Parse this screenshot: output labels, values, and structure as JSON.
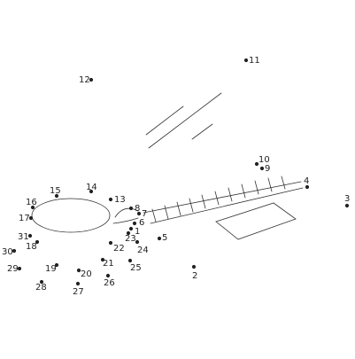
{
  "puzzle": {
    "dot_color": "#222222",
    "line_color": "#333333",
    "background": "#ffffff",
    "dots": [
      {
        "n": "1",
        "label": "1"
      },
      {
        "n": "2",
        "label": "2"
      },
      {
        "n": "3",
        "label": "3"
      },
      {
        "n": "4",
        "label": "4"
      },
      {
        "n": "5",
        "label": "5"
      },
      {
        "n": "6",
        "label": "6"
      },
      {
        "n": "7",
        "label": "7"
      },
      {
        "n": "8",
        "label": "8"
      },
      {
        "n": "9",
        "label": "9"
      },
      {
        "n": "10",
        "label": "10"
      },
      {
        "n": "11",
        "label": "11"
      },
      {
        "n": "12",
        "label": "12"
      },
      {
        "n": "13",
        "label": "13"
      },
      {
        "n": "14",
        "label": "14"
      },
      {
        "n": "15",
        "label": "15"
      },
      {
        "n": "16",
        "label": "16"
      },
      {
        "n": "17",
        "label": "17"
      },
      {
        "n": "18",
        "label": "18"
      },
      {
        "n": "19",
        "label": "19"
      },
      {
        "n": "20",
        "label": "20"
      },
      {
        "n": "21",
        "label": "21"
      },
      {
        "n": "22",
        "label": "22"
      },
      {
        "n": "23",
        "label": "23"
      },
      {
        "n": "24",
        "label": "24"
      },
      {
        "n": "25",
        "label": "25"
      },
      {
        "n": "26",
        "label": "26"
      },
      {
        "n": "27",
        "label": "27"
      },
      {
        "n": "28",
        "label": "28"
      },
      {
        "n": "29",
        "label": "29"
      },
      {
        "n": "30",
        "label": "30"
      },
      {
        "n": "31",
        "label": "31"
      }
    ]
  }
}
